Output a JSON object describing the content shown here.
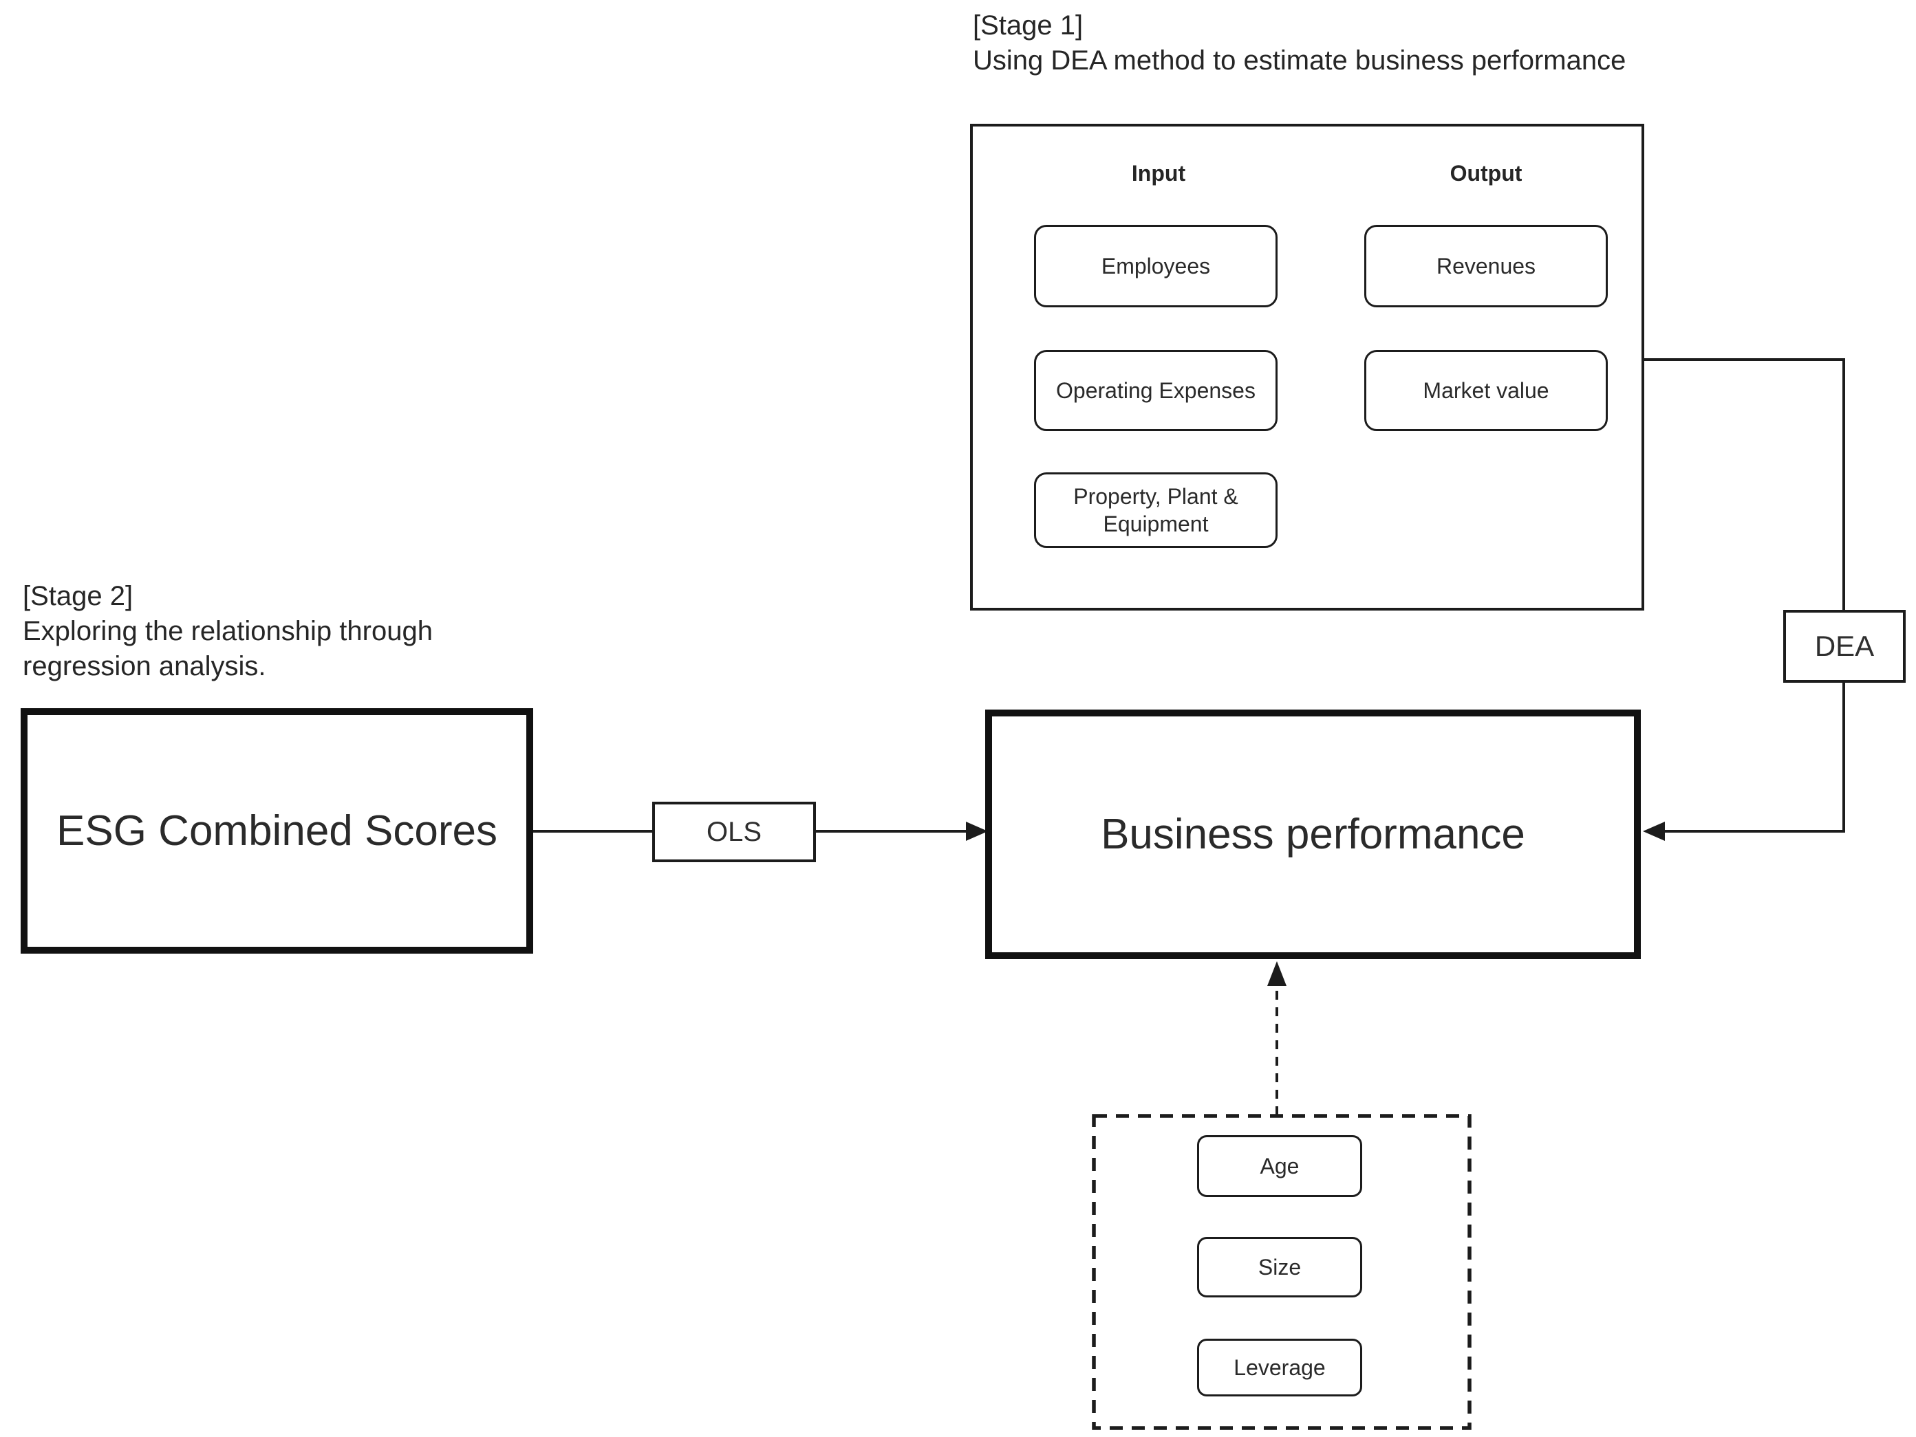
{
  "colors": {
    "ink": "#1c1c1c",
    "background": "#ffffff"
  },
  "stage1": {
    "caption": {
      "line1": "[Stage 1]",
      "line2": "Using DEA method to estimate business performance"
    },
    "panel": {
      "input_header": "Input",
      "output_header": "Output",
      "inputs": [
        "Employees",
        "Operating Expenses",
        "Property, Plant & Equipment"
      ],
      "outputs": [
        "Revenues",
        "Market value"
      ]
    },
    "method_badge": "DEA"
  },
  "stage2": {
    "caption": {
      "line1": "[Stage 2]",
      "line2": "Exploring the relationship through",
      "line3": "regression analysis."
    },
    "predictor_box": "ESG Combined Scores",
    "method_badge": "OLS",
    "outcome_box": "Business performance"
  },
  "control_variables": [
    "Age",
    "Size",
    "Leverage"
  ]
}
